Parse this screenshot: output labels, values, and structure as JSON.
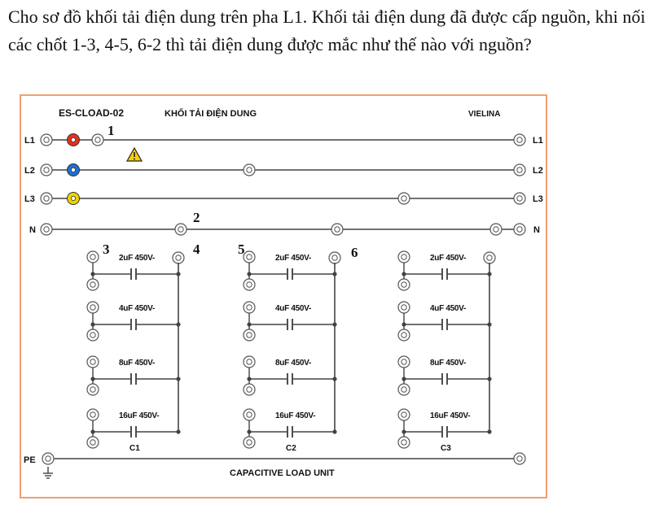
{
  "question": "Cho sơ đồ khối tải điện dung trên pha L1. Khối tải điện dung đã được cấp nguồn, khi nối các chốt 1-3, 4-5, 6-2 thì tải điện dung được mắc như thế nào với nguồn?",
  "panel": {
    "model": "ES-CLOAD-02",
    "name": "KHỐI TẢI ĐIỆN DUNG",
    "brand": "VIELINA",
    "footer": "CAPACITIVE LOAD UNIT",
    "colors": {
      "border": "#f0a070",
      "L1": "#e0321e",
      "L2": "#1e6fd0",
      "L3": "#f0d200"
    }
  },
  "rails": {
    "L1": "L1",
    "L2": "L2",
    "L3": "L3",
    "N": "N",
    "PE": "PE"
  },
  "pins": {
    "p1": "1",
    "p2": "2",
    "p3": "3",
    "p4": "4",
    "p5": "5",
    "p6": "6"
  },
  "banks": [
    {
      "name": "C1",
      "caps": [
        "2uF 450V-",
        "4uF 450V-",
        "8uF 450V-",
        "16uF 450V-"
      ]
    },
    {
      "name": "C2",
      "caps": [
        "2uF 450V-",
        "4uF 450V-",
        "8uF 450V-",
        "16uF 450V-"
      ]
    },
    {
      "name": "C3",
      "caps": [
        "2uF 450V-",
        "4uF 450V-",
        "8uF 450V-",
        "16uF 450V-"
      ]
    }
  ],
  "icons": {
    "warning": "warning-triangle-icon",
    "ground": "ground-icon"
  }
}
